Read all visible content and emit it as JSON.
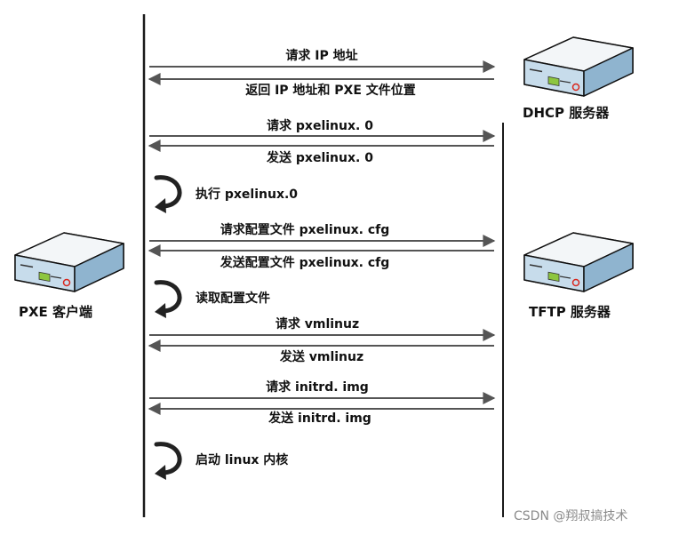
{
  "nodes": {
    "client": {
      "label": "PXE 客户端"
    },
    "dhcp": {
      "label": "DHCP 服务器"
    },
    "tftp": {
      "label": "TFTP 服务器"
    }
  },
  "messages": [
    {
      "text": "请求 IP 地址",
      "direction": "to-server"
    },
    {
      "text": "返回 IP 地址和 PXE 文件位置",
      "direction": "to-client"
    },
    {
      "text": "请求 pxelinux. 0",
      "direction": "to-server"
    },
    {
      "text": "发送 pxelinux. 0",
      "direction": "to-client"
    },
    {
      "text": "请求配置文件 pxelinux. cfg",
      "direction": "to-server"
    },
    {
      "text": "发送配置文件 pxelinux. cfg",
      "direction": "to-client"
    },
    {
      "text": "请求 vmlinuz",
      "direction": "to-server"
    },
    {
      "text": "发送 vmlinuz",
      "direction": "to-client"
    },
    {
      "text": "请求 initrd. img",
      "direction": "to-server"
    },
    {
      "text": "发送 initrd. img",
      "direction": "to-client"
    }
  ],
  "client_actions": [
    {
      "text": "执行 pxelinux.0",
      "icon": "self-loop-arrow-icon"
    },
    {
      "text": "读取配置文件",
      "icon": "self-loop-arrow-icon"
    },
    {
      "text": "启动 linux 内核",
      "icon": "self-loop-arrow-icon"
    }
  ],
  "colors": {
    "line": "#1a1a1a",
    "arrow": "#555555",
    "server_top": "#f3f6f8",
    "server_side": "#a9c8dd",
    "server_led": "#8dc63f",
    "server_port": "#d9261c"
  },
  "watermark": "CSDN @翔叔搞技术"
}
